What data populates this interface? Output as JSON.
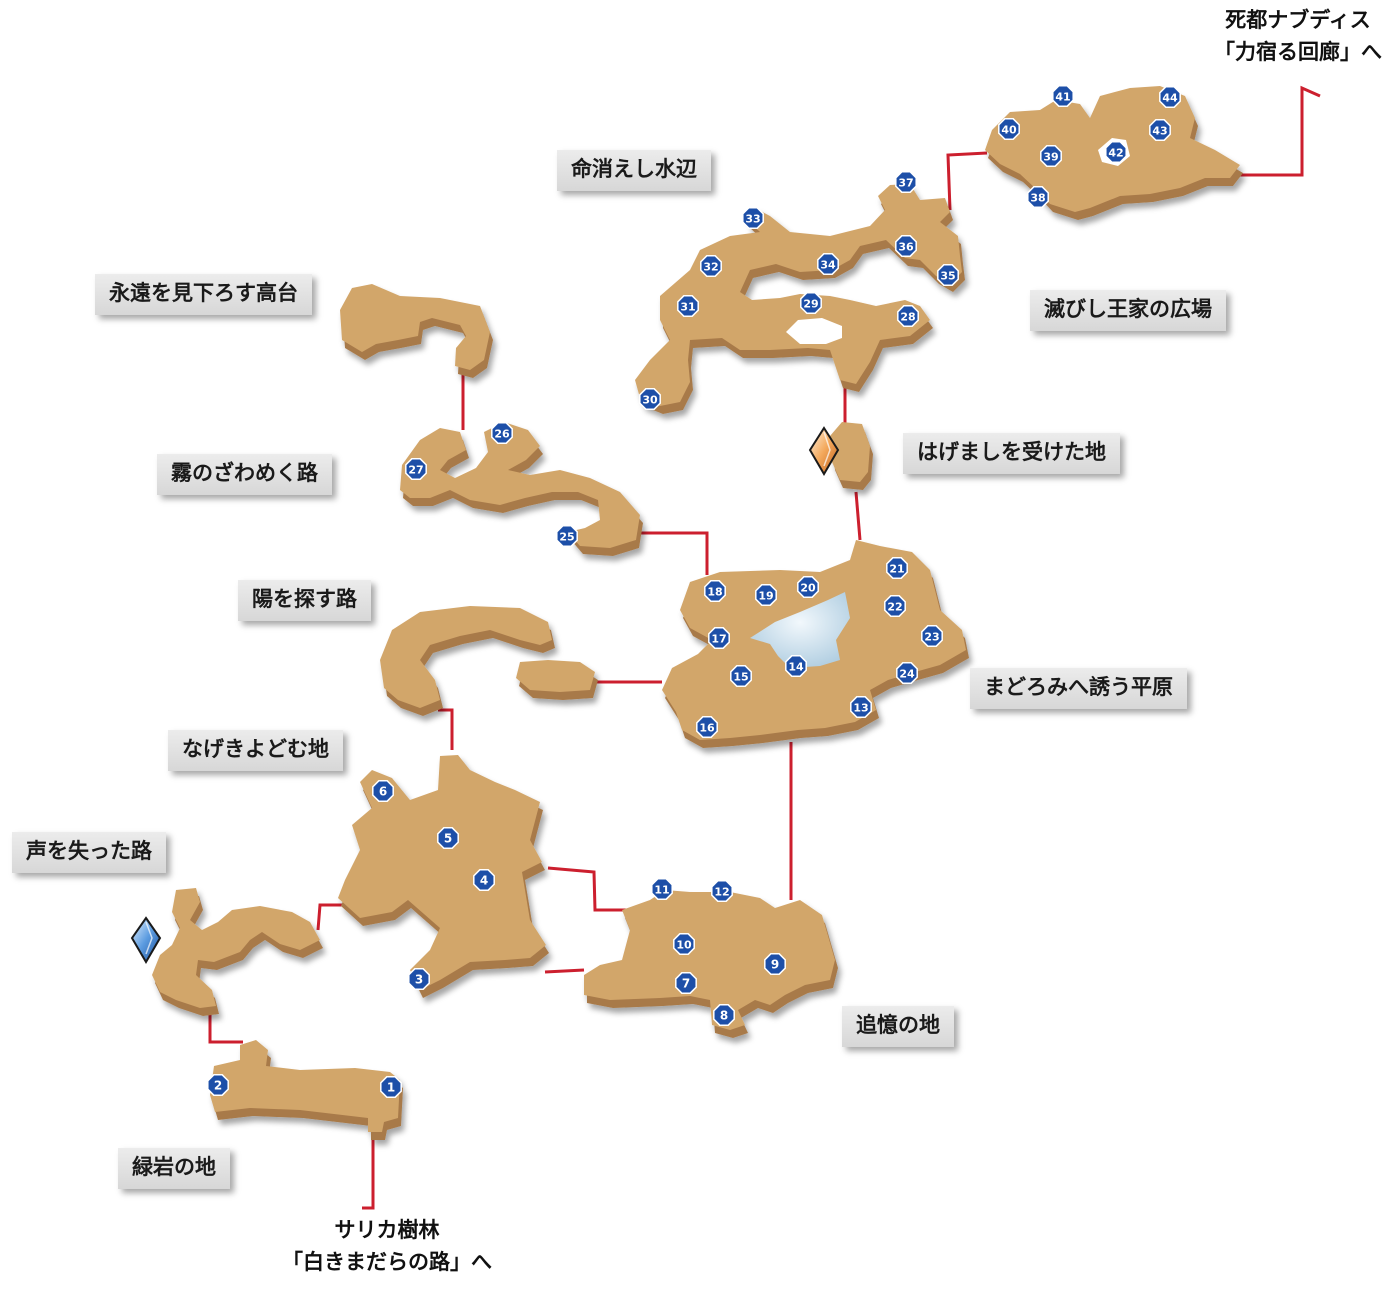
{
  "areas": {
    "a01": "緑岩の地",
    "a02": "声を失った路",
    "a03": "なげきよどむ地",
    "a04": "追憶の地",
    "a05": "陽を探す路",
    "a06": "まどろみへ誘う平原",
    "a07": "霧のざわめく路",
    "a08": "永遠を見下ろす高台",
    "a09": "はげましを受けた地",
    "a10": "命消えし水辺",
    "a11": "滅びし王家の広場"
  },
  "exits": {
    "south": {
      "line1": "サリカ樹林",
      "line2": "「白きまだらの路」へ"
    },
    "northeast": {
      "line1": "死都ナブディス",
      "line2": "「力宿る回廊」へ"
    }
  },
  "markers": [
    "1",
    "2",
    "3",
    "4",
    "5",
    "6",
    "7",
    "8",
    "9",
    "10",
    "11",
    "12",
    "13",
    "14",
    "15",
    "16",
    "17",
    "18",
    "19",
    "20",
    "21",
    "22",
    "23",
    "24",
    "25",
    "26",
    "27",
    "28",
    "29",
    "30",
    "31",
    "32",
    "33",
    "34",
    "35",
    "36",
    "37",
    "38",
    "39",
    "40",
    "41",
    "42",
    "43",
    "44"
  ],
  "crystals": [
    {
      "name": "save-crystal-blue",
      "color": "#3a78c8"
    },
    {
      "name": "save-crystal-orange",
      "color": "#e8862a"
    }
  ],
  "colors": {
    "terrain_top": "#d2a66b",
    "terrain_side": "#b8895a",
    "route_line": "#cc1f2e",
    "marker_fill": "#1d4fa8",
    "water": "#cfe2ee"
  }
}
